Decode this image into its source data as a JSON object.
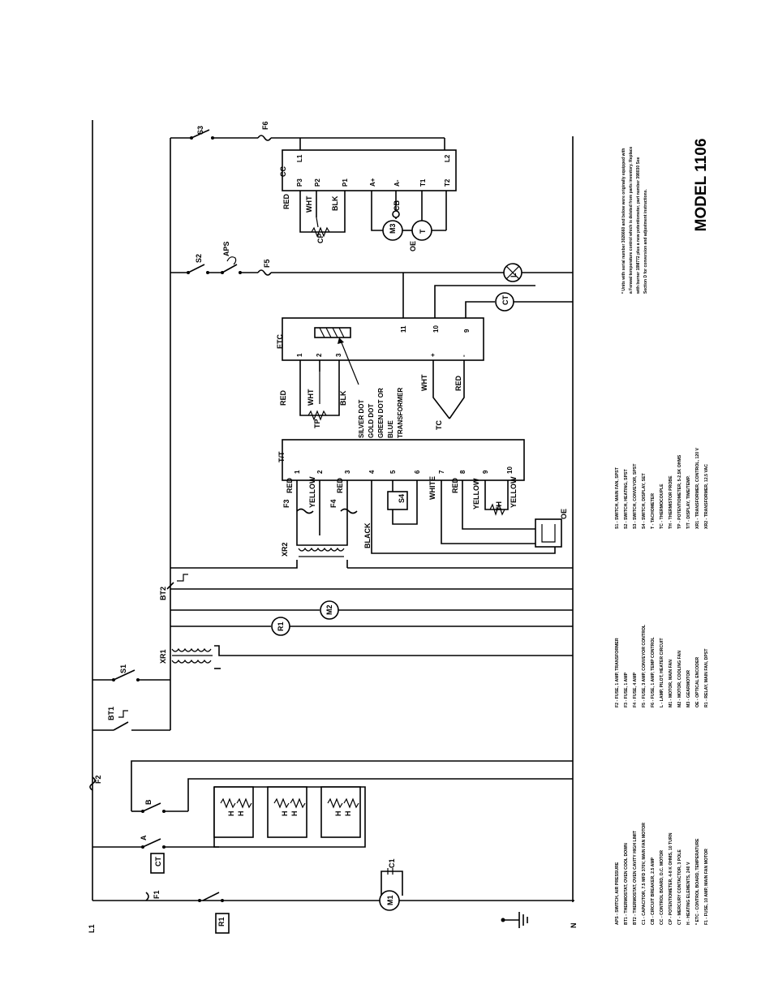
{
  "title": "MODEL 1106",
  "note": {
    "lines": [
      "* Units with serial number 3026660 and below were originally equipped with",
      "a Fenwal temperature control which is deleted from parts inventory. Replace",
      "with burner 18M772 plus a new potentiometer, part number 398030 See",
      "Section D for conversion and adjustment instructions."
    ]
  },
  "legend": {
    "col1": [
      "APS - SWITCH, AIR PRESSURE",
      "BT1 - THERMOSTAT, OVEN COOL DOWN",
      "BT2 - THERMOSTAT, OVEN CAVITY HIGH LIMIT",
      "C1 - CAPACITOR, 7.5 MFD 370V, MAIN FAN MOTOR",
      "CB - CIRCUIT BREAKER, 2.5 AMP",
      "CC - CONTROL BOARD, D.C. MOTOR",
      "CP - POTENTIOMETER, 4-8 K OHMS, 10 TURN",
      "CT - MERCURY CONTACTOR, 3 POLE",
      "H - HEATING ELEMENTS, 240 V",
      "* ETC - CONTROL BOARD, TEMPERATURE",
      "F1 - FUSE, 10 AMP, MAIN FAN MOTOR"
    ],
    "col2": [
      "F2 - FUSE, 1 AMP, TRANSFORMER",
      "F3 - FUSE, 1 AMP",
      "F4 - FUSE, 4 AMP",
      "F5 - FUSE, 3 AMP, CONVEYOR CONTROL",
      "F6 - FUSE, 1 AMP, TEMP CONTROL",
      "L - LAMP, PILOT, HEATER CIRCUIT",
      "M1 - MOTOR, MAIN FAN",
      "M2 - MOTOR, COOLING FAN",
      "M3 - GEARMOTOR",
      "OE - OPTICAL ENCODER",
      "R1 - RELAY, MAIN FAN, DPST"
    ],
    "col3": [
      "S1 - SWITCH, MAIN FAN, SPST",
      "S2 - SWITCH, HEATING, SPST",
      "S3 - SWITCH, CONVEYOR, SPST",
      "S4 - SWITCH, DISPLAY, SET",
      "T - TACHOMETER",
      "TC - THERMOCOUPLE",
      "TH - THERMISTOR PROBE",
      "TP - POTENTIOMETER, 5-2.5K OHMS",
      "T/T - DISPLAY, TIME/TEMP.",
      "XR1 - TRANSFORMER, CONTROL, 120 V",
      "XR2 - TRANSFORMER, 12.5 VAC"
    ]
  },
  "labels": {
    "L1": "L1",
    "N": "N",
    "F1": "F1",
    "F2": "F2",
    "F3": "F3",
    "F4": "F4",
    "F5": "F5",
    "F6": "F6",
    "S1": "S1",
    "S2": "S2",
    "S3": "S3",
    "S4": "S4",
    "BT1": "BT1",
    "BT2": "BT2",
    "XR1": "XR1",
    "XR2": "XR2",
    "R1": "R1",
    "M1": "M1",
    "M2": "M2",
    "M3": "M3",
    "C1": "C1",
    "CT": "CT",
    "A": "A",
    "B": "B",
    "H": "H",
    "APS": "APS",
    "L": "L",
    "CC": "CC",
    "ETC": "ETC",
    "TT": "T/T",
    "CP": "CP",
    "CB": "CB",
    "OE": "OE",
    "T": "T",
    "TP": "TP",
    "TC": "TC",
    "TH": "TH",
    "RED": "RED",
    "WHT": "WHT",
    "BLK": "BLK",
    "YELLOW": "YELLOW",
    "BLACK": "BLACK",
    "WHITE": "WHITE",
    "cc_pins": [
      "P3",
      "P2",
      "P1",
      "A+",
      "A-",
      "T1",
      "T2",
      "L1",
      "L2"
    ],
    "etc_pins": [
      "1",
      "2",
      "3",
      "+",
      "-",
      "11",
      "10",
      "9"
    ],
    "tt_pins": [
      "1",
      "2",
      "3",
      "4",
      "5",
      "6",
      "7",
      "8",
      "9",
      "10"
    ],
    "dots": [
      "SILVER DOT",
      "GOLD DOT",
      "GREEN DOT OR",
      "BLUE",
      "TRANSFORMER"
    ]
  }
}
